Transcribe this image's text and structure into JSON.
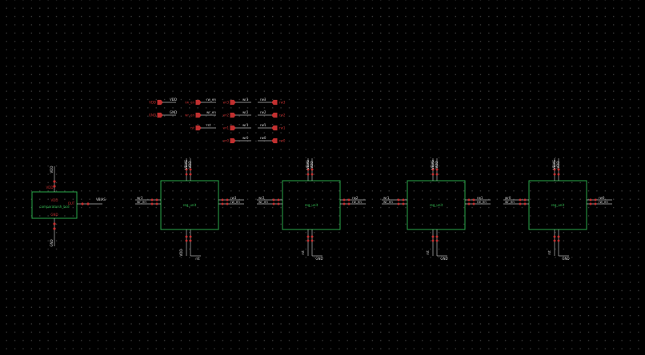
{
  "colors": {
    "background": "#000000",
    "wire": "#b9b9b9",
    "pin": "#c23030",
    "cell": "#2aa84a",
    "label": "#d8d8d8"
  },
  "supply_pins": [
    {
      "pin": "VDD",
      "net": "VDD"
    },
    {
      "pin": "GND",
      "net": "GND"
    }
  ],
  "control_pins": [
    {
      "pin": "rw_en",
      "net": "rw_en"
    },
    {
      "pin": "wr_en",
      "net": "wr_en"
    },
    {
      "pin": "rst",
      "net": "rst"
    }
  ],
  "input_pins": [
    {
      "pin": "wr3",
      "net": "wr3"
    },
    {
      "pin": "wr2",
      "net": "wr2"
    },
    {
      "pin": "wr1",
      "net": "wr1"
    },
    {
      "pin": "wr0",
      "net": "wr0"
    }
  ],
  "output_pins": [
    {
      "pin": "rw3",
      "net": "rw3"
    },
    {
      "pin": "rw2",
      "net": "rw2"
    },
    {
      "pin": "rw1",
      "net": "rw1"
    },
    {
      "pin": "rw0",
      "net": "rw0"
    }
  ],
  "comparator": {
    "name": "comparatorsh_bcd",
    "top_net": "VDD",
    "bottom_net": "GND",
    "output_net": "VBIAS",
    "top_pin": "VDD",
    "bottom_pin": "GND",
    "output_pin": "OUT"
  },
  "cells": [
    {
      "name": "reg_unit",
      "in_nets": [
        "wr3",
        "wr_en"
      ],
      "out_nets": [
        "rw3",
        "rw_en"
      ],
      "top_nets": [
        "VBIAS",
        "VDD"
      ],
      "bottom_nets": [
        "VDD",
        "rst"
      ]
    },
    {
      "name": "reg_unit",
      "in_nets": [
        "wr2",
        "wr_en"
      ],
      "out_nets": [
        "rw2",
        "rw_en"
      ],
      "top_nets": [
        "VBIAS",
        "VDD"
      ],
      "bottom_nets": [
        "rst",
        "GND"
      ]
    },
    {
      "name": "reg_unit",
      "in_nets": [
        "wr1",
        "wr_en"
      ],
      "out_nets": [
        "rw1",
        "rw_en"
      ],
      "top_nets": [
        "VBIAS",
        "VDD"
      ],
      "bottom_nets": [
        "rst",
        "GND"
      ]
    },
    {
      "name": "reg_unit",
      "in_nets": [
        "wr0",
        "wr_en"
      ],
      "out_nets": [
        "rw0",
        "rw_en"
      ],
      "top_nets": [
        "VBIAS",
        "VDD"
      ],
      "bottom_nets": [
        "rst",
        "GND"
      ]
    }
  ]
}
